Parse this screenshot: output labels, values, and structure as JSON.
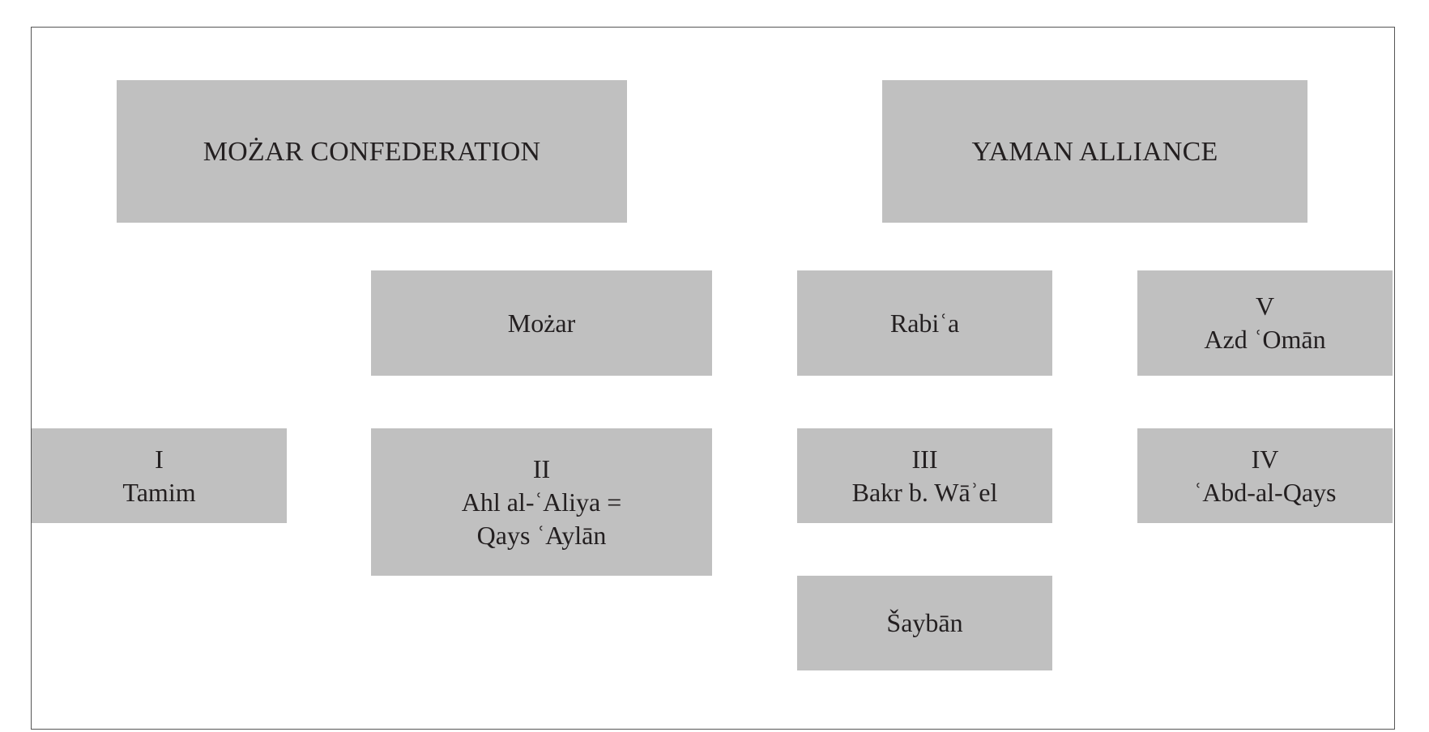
{
  "diagram": {
    "headers": {
      "mozar_confederation": "MOŻAR CONFEDERATION",
      "yaman_alliance": "YAMAN ALLIANCE"
    },
    "groups": {
      "mozar": "Możar",
      "rabia": "Rabiʿa",
      "shayban": "Šaybān"
    },
    "tribes": {
      "tamim": {
        "numeral": "I",
        "name": "Tamim"
      },
      "ahl_al_aliya": {
        "numeral": "II",
        "name_line1": "Ahl al-ʿAliya =",
        "name_line2": "Qays ʿAylān"
      },
      "bakr": {
        "numeral": "III",
        "name": "Bakr b. Wāʾel"
      },
      "abd_al_qays": {
        "numeral": "IV",
        "name": "ʿAbd-al-Qays"
      },
      "azd_oman": {
        "numeral": "V",
        "name": "Azd ʿOmān"
      }
    },
    "colors": {
      "box_fill": "#c0c0c0",
      "frame_border": "#555555",
      "text": "#231f20"
    }
  }
}
